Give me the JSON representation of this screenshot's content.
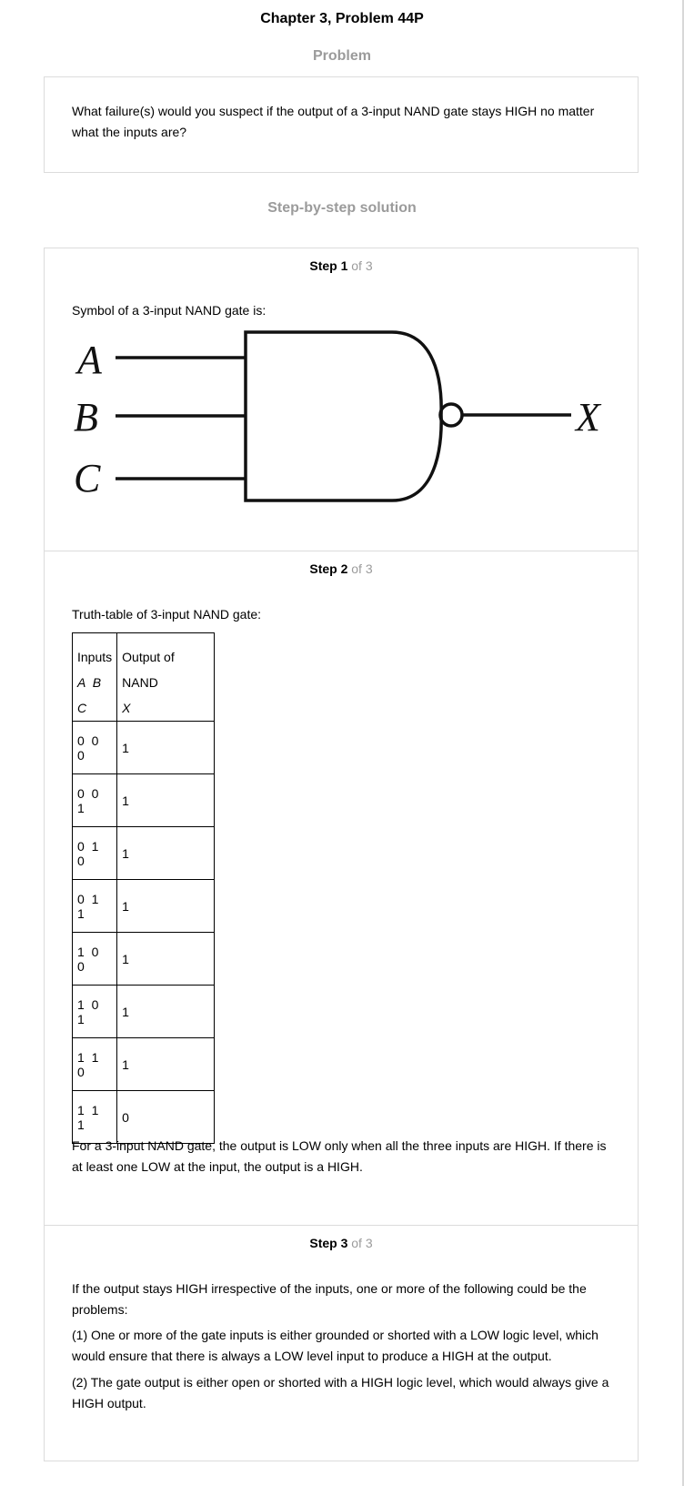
{
  "title": "Chapter 3, Problem 44P",
  "problem": {
    "heading": "Problem",
    "text": "What failure(s) would you suspect if the output of a 3-input NAND gate stays HIGH no matter what the inputs are?"
  },
  "solution_heading": "Step-by-step solution",
  "step1": {
    "label": "Step 1",
    "of": "of 3",
    "text": "Symbol of a 3-input NAND gate is:",
    "gate": {
      "inputs": [
        "A",
        "B",
        "C"
      ],
      "output": "X"
    }
  },
  "step2": {
    "label": "Step 2",
    "of": "of 3",
    "intro": "Truth-table of 3-input NAND gate:",
    "table": {
      "header_col1_line1": "Inputs",
      "header_col1_line2": "A B C",
      "header_col2_line1": "Output of NAND",
      "header_col2_line2": "X",
      "rows": [
        [
          "0 0 0",
          "1"
        ],
        [
          "0 0 1",
          "1"
        ],
        [
          "0 1 0",
          "1"
        ],
        [
          "0 1 1",
          "1"
        ],
        [
          "1 0 0",
          "1"
        ],
        [
          "1 0 1",
          "1"
        ],
        [
          "1 1 0",
          "1"
        ],
        [
          "1 1 1",
          "0"
        ]
      ]
    },
    "conclusion": "For a 3-input NAND gate, the output is LOW only when all the three inputs are HIGH. If there is at least one LOW at the input, the output is a HIGH."
  },
  "step3": {
    "label": "Step 3",
    "of": "of 3",
    "p1": "If the output stays HIGH irrespective of the inputs, one or more of the following could be the problems:",
    "p2": "(1) One or more of the gate inputs is either grounded or shorted with a LOW logic level, which would ensure that there is always a LOW level input to produce a HIGH at the output.",
    "p3": "(2) The gate output is either open or shorted with a HIGH logic level, which would always give a HIGH output."
  }
}
